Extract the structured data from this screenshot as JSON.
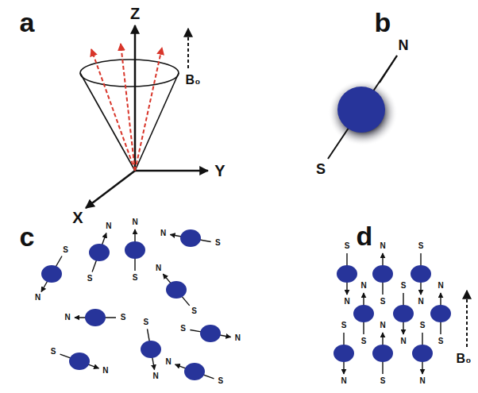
{
  "diagram": {
    "labels": [
      "a",
      "Z",
      "B₀",
      "Y",
      "X",
      "b",
      "N",
      "S",
      "c",
      "N",
      "S",
      "N",
      "S",
      "N",
      "S",
      "N",
      "S",
      "N",
      "S",
      "N",
      "S",
      "N",
      "S",
      "N",
      "S",
      "N",
      "S",
      "N",
      "S",
      "d",
      "N",
      "S",
      "N",
      "S",
      "N",
      "S",
      "N",
      "S",
      "N",
      "S",
      "N",
      "S",
      "N",
      "S",
      "N",
      "S",
      "N",
      "S",
      "B₀"
    ]
  }
}
